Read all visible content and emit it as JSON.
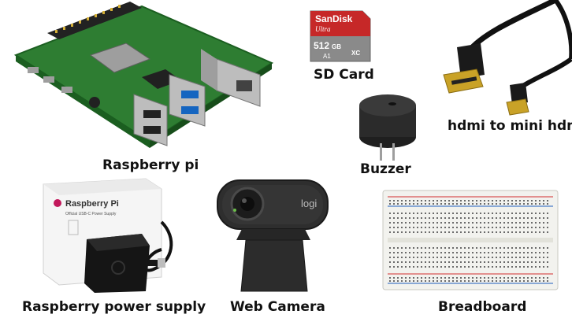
{
  "items": {
    "raspberry_pi": {
      "caption": "Raspberry pi"
    },
    "sd_card": {
      "caption": "SD Card",
      "brand": "SanDisk",
      "line": "Ultra",
      "capacity": "512",
      "unit": "GB",
      "speed_class": "A1",
      "bus_mark": "XC"
    },
    "hdmi_cable": {
      "caption": "hdmi to mini hdmi"
    },
    "buzzer": {
      "caption": "Buzzer"
    },
    "power_supply": {
      "caption": "Raspberry power supply",
      "box_title": "Raspberry Pi",
      "box_subtitle": "Official USB-C Power Supply"
    },
    "web_camera": {
      "caption": "Web Camera",
      "brand": "logi"
    },
    "breadboard": {
      "caption": "Breadboard"
    }
  },
  "colors": {
    "pcb": "#2e7d32",
    "sd_red": "#c62828",
    "cable_black": "#111111",
    "gold": "#c9a227",
    "breadboard": "#f2f2ee",
    "rail_red": "#d32f2f",
    "rail_blue": "#1e5fbf"
  }
}
